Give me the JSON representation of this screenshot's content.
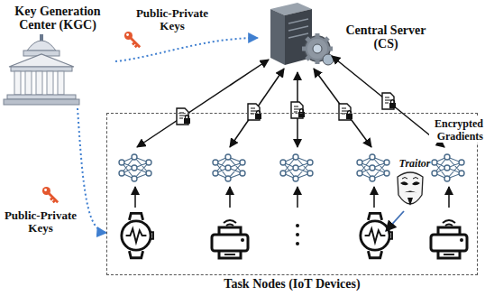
{
  "diagram": {
    "nodes": [
      {
        "text": [
          "Key Generation Center (KGC)"
        ]
      },
      {
        "text": [
          "Central Server (CS)"
        ]
      },
      {
        "text": [
          "Task Nodes (IoT Devices)"
        ]
      }
    ],
    "edges": [
      {
        "from": 0,
        "to": 1,
        "arrow": "to",
        "label": "Public-Private Keys"
      },
      {
        "from": 0,
        "to": 2,
        "arrow": "to",
        "label": "Public-Private Keys"
      }
    ],
    "labels": [
      "Encrypted Gradients",
      "Traitor"
    ]
  }
}
